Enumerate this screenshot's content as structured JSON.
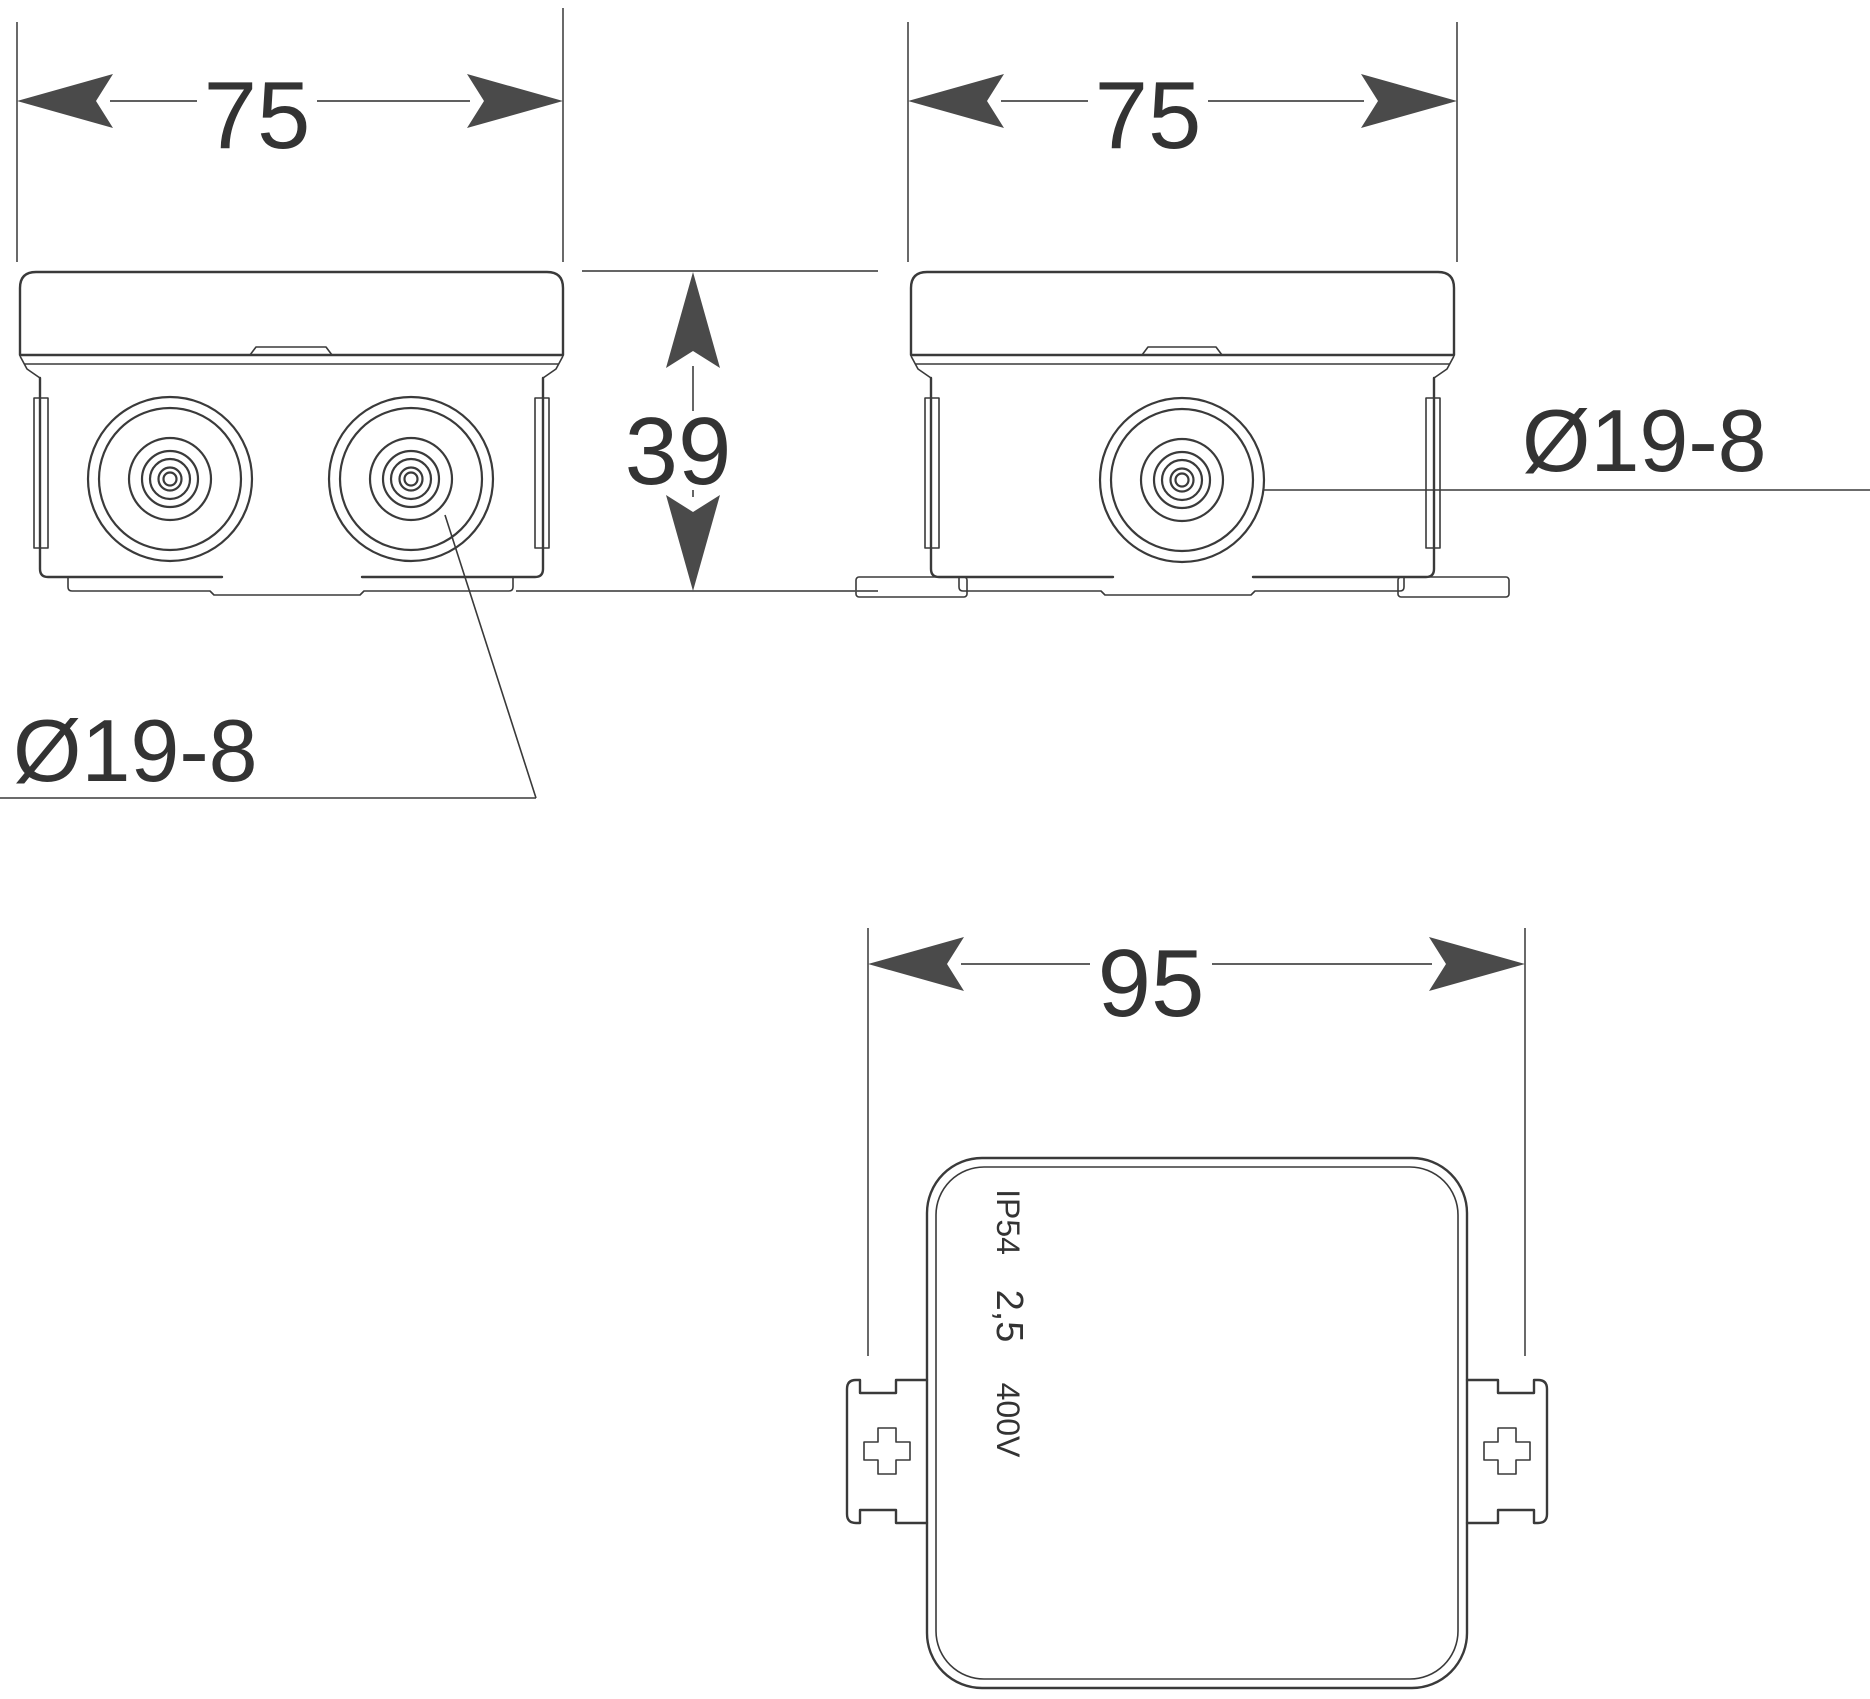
{
  "title": "junction-box-technical-drawing",
  "colors": {
    "line": "#3a3a3a",
    "dimension": "#4a4a4a",
    "text": "#333333",
    "background": "#ffffff"
  },
  "views": {
    "front": {
      "width_dim": "75",
      "knockout_label": "Ø19-8"
    },
    "side": {
      "width_dim": "75",
      "height_dim": "39",
      "knockout_label": "Ø19-8"
    },
    "bottom": {
      "width_dim": "95",
      "markings": {
        "protection_rating": "IP54",
        "conductor_size": "2,5",
        "voltage": "400V"
      }
    }
  }
}
